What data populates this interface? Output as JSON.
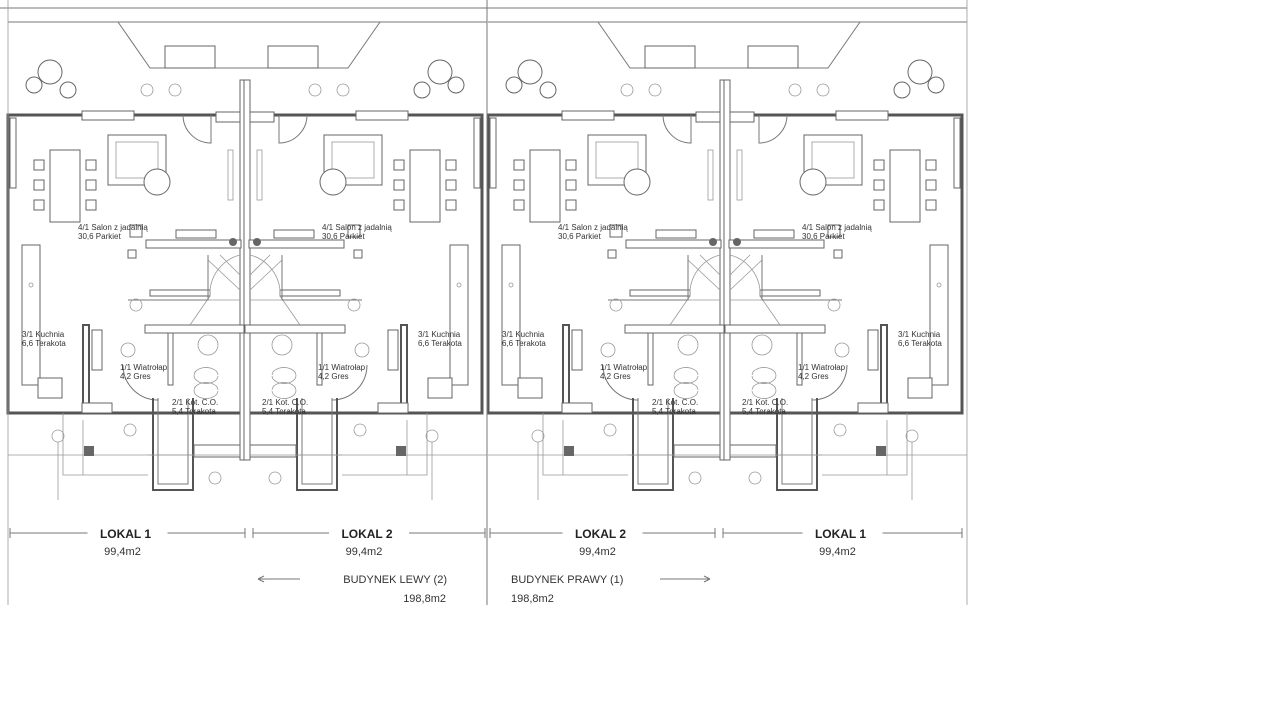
{
  "units": [
    {
      "name": "LOKAL 1",
      "area": "99,4m2",
      "rooms": [
        {
          "no": "4/1",
          "name": "Salon z jadalnią",
          "area": "30,6",
          "floor": "Parkiet"
        },
        {
          "no": "3/1",
          "name": "Kuchnia",
          "area": "6,6",
          "floor": "Terakota"
        },
        {
          "no": "1/1",
          "name": "Wiatrołap",
          "area": "4,2",
          "floor": "Gres"
        },
        {
          "no": "2/1",
          "name": "Kot. C.O.",
          "area": "5,4",
          "floor": "Terakota"
        }
      ]
    },
    {
      "name": "LOKAL 2",
      "area": "99,4m2",
      "rooms": [
        {
          "no": "4/1",
          "name": "Salon z jadalnią",
          "area": "30,6",
          "floor": "Parkiet"
        },
        {
          "no": "3/1",
          "name": "Kuchnia",
          "area": "6,6",
          "floor": "Terakota"
        },
        {
          "no": "1/1",
          "name": "Wiatrołap",
          "area": "4,2",
          "floor": "Gres"
        },
        {
          "no": "2/1",
          "name": "Kot. C.O.",
          "area": "5,4",
          "floor": "Terakota"
        }
      ]
    },
    {
      "name": "LOKAL 2",
      "area": "99,4m2",
      "rooms": [
        {
          "no": "4/1",
          "name": "Salon z jadalnią",
          "area": "30,6",
          "floor": "Parkiet"
        },
        {
          "no": "3/1",
          "name": "Kuchnia",
          "area": "6,6",
          "floor": "Terakota"
        },
        {
          "no": "1/1",
          "name": "Wiatrołap",
          "area": "4,2",
          "floor": "Gres"
        },
        {
          "no": "2/1",
          "name": "Kot. C.O.",
          "area": "5,4",
          "floor": "Terakota"
        }
      ]
    },
    {
      "name": "LOKAL 1",
      "area": "99,4m2",
      "rooms": [
        {
          "no": "4/1",
          "name": "Salon z jadalnią",
          "area": "30,6",
          "floor": "Parkiet"
        },
        {
          "no": "3/1",
          "name": "Kuchnia",
          "area": "6,6",
          "floor": "Terakota"
        },
        {
          "no": "1/1",
          "name": "Wiatrołap",
          "area": "4,2",
          "floor": "Gres"
        },
        {
          "no": "2/1",
          "name": "Kot. C.O.",
          "area": "5,4",
          "floor": "Terakota"
        }
      ]
    }
  ],
  "buildings": [
    {
      "name": "BUDYNEK  LEWY (2)",
      "area": "198,8m2"
    },
    {
      "name": "BUDYNEK  PRAWY (1)",
      "area": "198,8m2"
    }
  ]
}
